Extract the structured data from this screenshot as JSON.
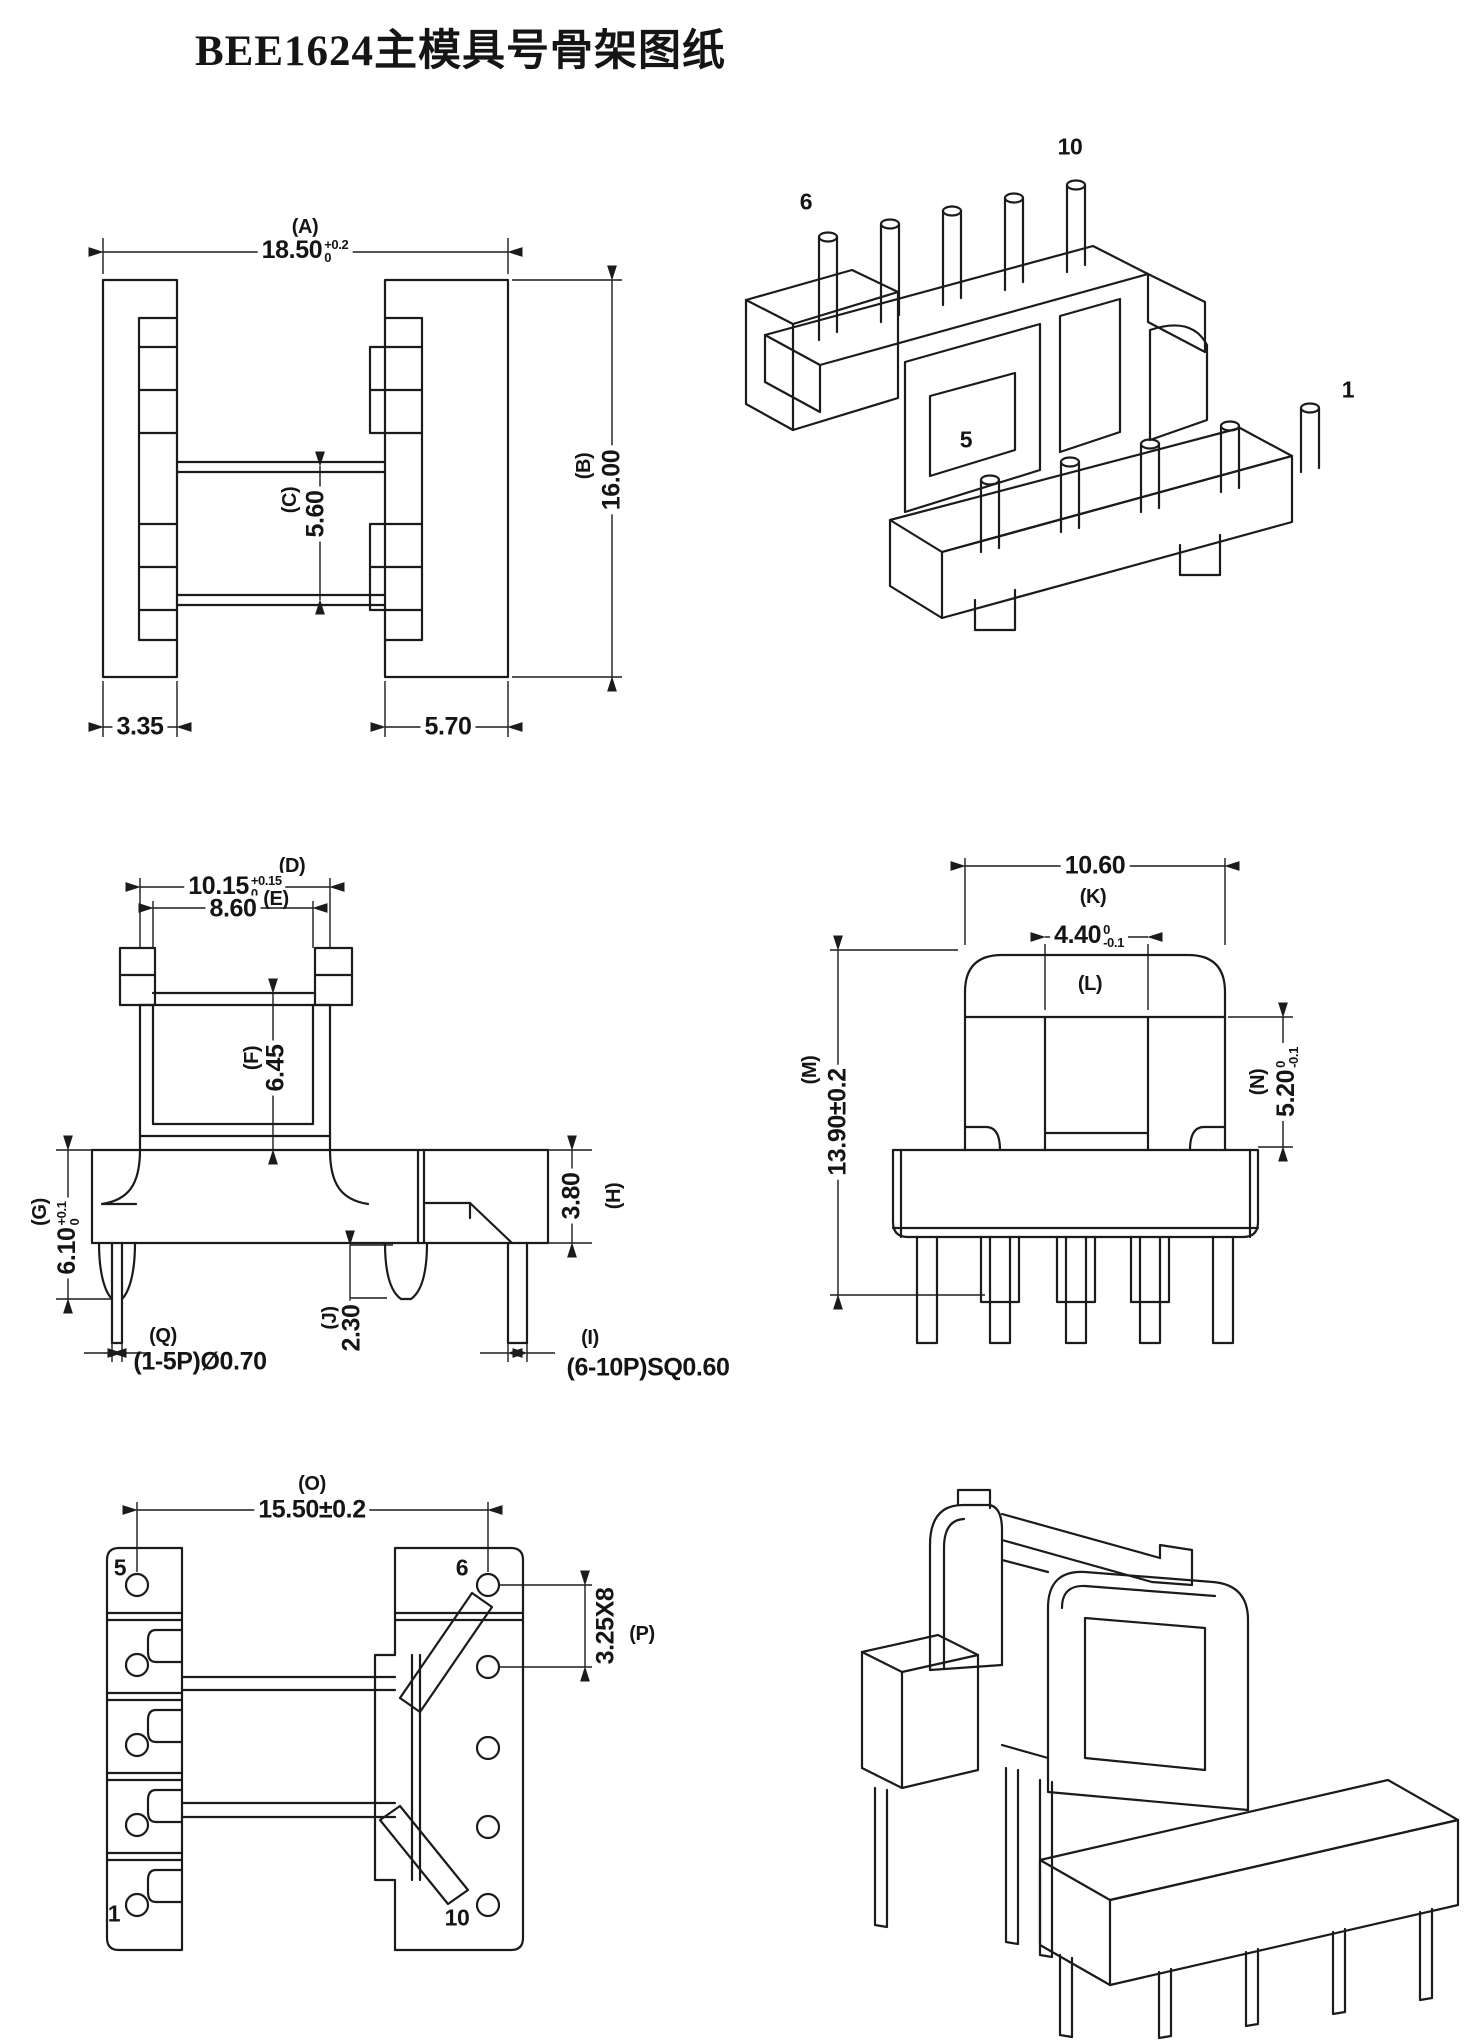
{
  "title": "BEE1624主模具号骨架图纸",
  "front_view": {
    "dim_a": {
      "tag": "(A)",
      "value": "18.50",
      "tol_sup": "+0.2",
      "tol_sub": "0"
    },
    "dim_b": {
      "tag": "(B)",
      "value": "16.00"
    },
    "dim_c": {
      "tag": "(C)",
      "value": "5.60"
    },
    "dim_left_width": {
      "value": "3.35"
    },
    "dim_right_width": {
      "value": "5.70"
    }
  },
  "iso_top_view": {
    "pin_6": "6",
    "pin_10": "10",
    "pin_5": "5",
    "pin_1": "1"
  },
  "section_view": {
    "dim_d": {
      "tag": "(D)",
      "value": "10.15",
      "tol_sup": "+0.15",
      "tol_sub": "0"
    },
    "dim_e": {
      "tag": "(E)",
      "value": "8.60"
    },
    "dim_f": {
      "tag": "(F)",
      "value": "6.45"
    },
    "dim_g": {
      "tag": "(G)",
      "value": "6.10",
      "tol_sup": "+0.1",
      "tol_sub": "0"
    },
    "dim_h": {
      "tag": "(H)",
      "value": "3.80"
    },
    "dim_j": {
      "tag": "(J)",
      "value": "2.30"
    },
    "dim_q": {
      "tag": "(Q)",
      "value": "(1-5P)Ø0.70"
    },
    "dim_i": {
      "tag": "(I)",
      "value": "(6-10P)SQ0.60"
    }
  },
  "side_view": {
    "dim_k": {
      "tag": "(K)",
      "value": "10.60"
    },
    "dim_l": {
      "tag": "(L)",
      "value": "4.40",
      "tol_sup": "0",
      "tol_sub": "-0.1"
    },
    "dim_m": {
      "tag": "(M)",
      "value": "13.90±0.2"
    },
    "dim_n": {
      "tag": "(N)",
      "value": "5.20",
      "tol_sup": "0",
      "tol_sub": "-0.1"
    }
  },
  "bottom_view": {
    "dim_o": {
      "tag": "(O)",
      "value": "15.50±0.2"
    },
    "dim_p": {
      "tag": "(P)",
      "value": "3.25X8"
    },
    "pin_5": "5",
    "pin_6": "6",
    "pin_1": "1",
    "pin_10": "10"
  }
}
